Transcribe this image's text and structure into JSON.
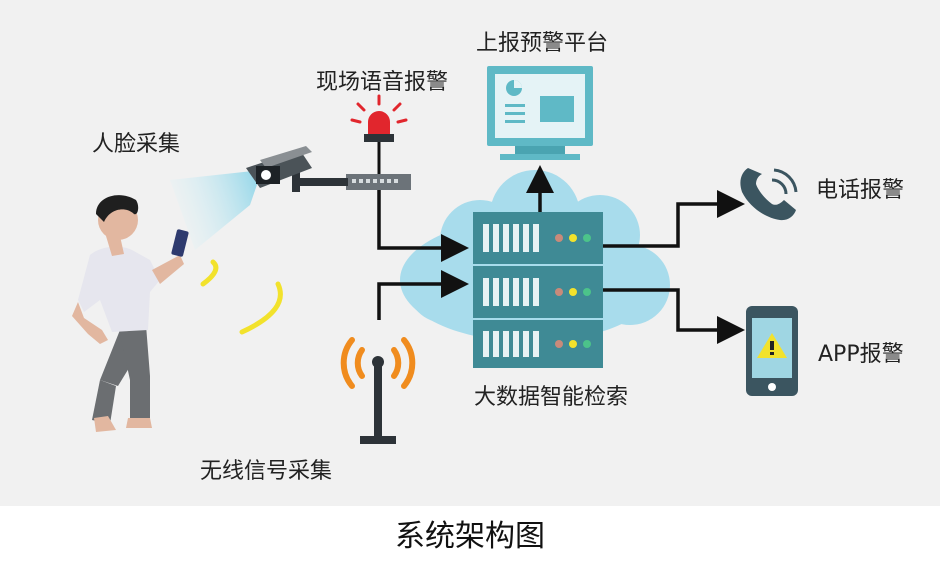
{
  "labels": {
    "face_capture": "人脸采集",
    "onsite_alarm": "现场语音报警",
    "platform": "上报预警平台",
    "phone_alarm": "电话报警",
    "app_alarm": "APP报警",
    "big_data": "大数据智能检索",
    "wireless": "无线信号采集"
  },
  "caption": "系统架构图",
  "colors": {
    "background": "#f1f1f1",
    "cloud": "#a8dcec",
    "server": "#3f8a95",
    "monitor": "#5fb9c6",
    "antenna_waves": "#f08c1e",
    "signal_arcs": "#f2e22c",
    "alarm_light": "#e1262d",
    "phone_icon": "#3b5560",
    "arrows": "#111111"
  },
  "icons": [
    "person-icon",
    "camera-icon",
    "siren-icon",
    "monitor-icon",
    "server-icon",
    "antenna-icon",
    "phone-handset-icon",
    "smartphone-warning-icon",
    "network-switch-icon"
  ]
}
